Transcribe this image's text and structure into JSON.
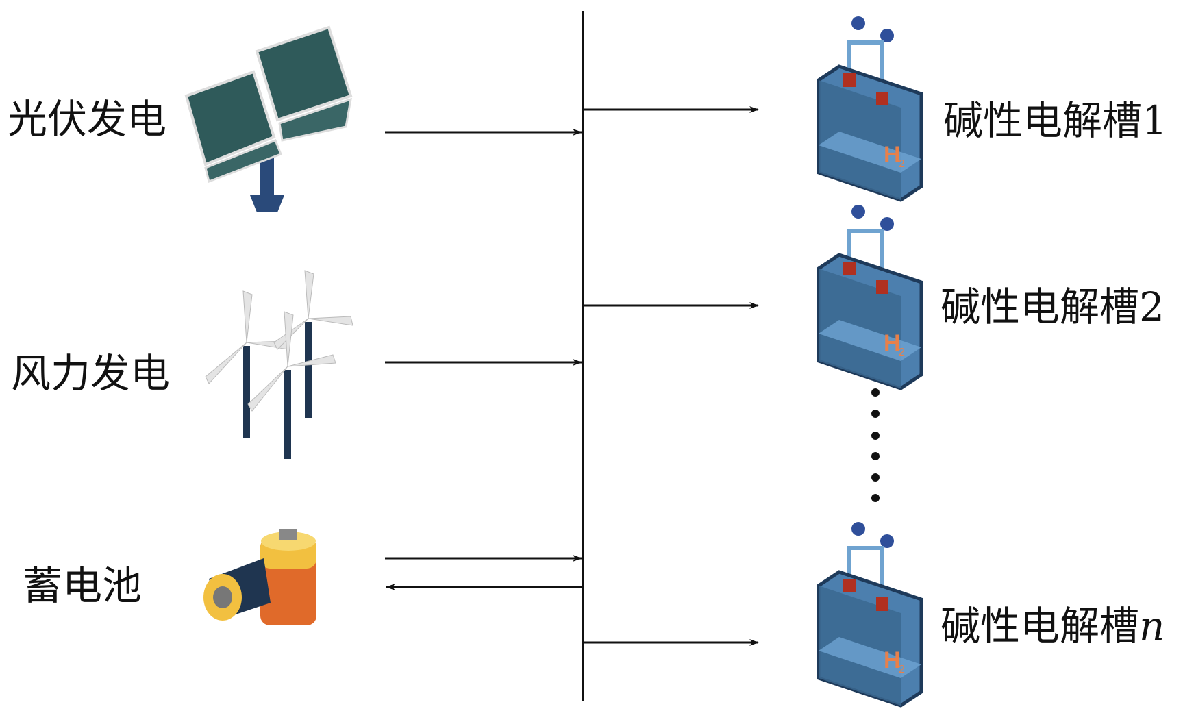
{
  "sources": [
    {
      "label": "光伏发电",
      "icon": "solar-panel-icon"
    },
    {
      "label": "风力发电",
      "icon": "wind-turbine-icon"
    },
    {
      "label": "蓄电池",
      "icon": "battery-icon"
    }
  ],
  "electrolyzers": [
    {
      "label": "碱性电解槽",
      "index": "1"
    },
    {
      "label": "碱性电解槽",
      "index": "2"
    },
    {
      "label": "碱性电解槽",
      "index": "n"
    }
  ],
  "colors": {
    "line": "#111111",
    "tank": "#3f6f9a",
    "cap": "#b03020",
    "h2": "#e8804a",
    "panel": "#2f5a5a"
  }
}
